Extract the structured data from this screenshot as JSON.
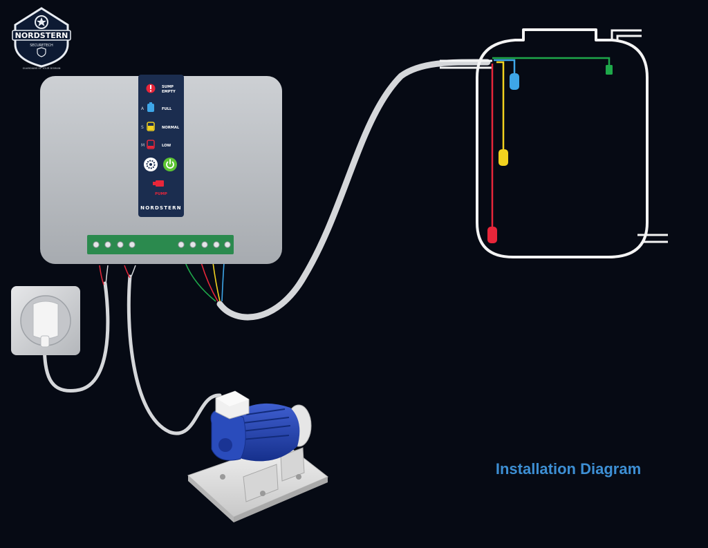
{
  "logo": {
    "brand": "NORDSTERN",
    "sub": "SECURETECH",
    "tagline": "GUARDIANS OF YOUR DOMAIN"
  },
  "panel": {
    "indicators": [
      {
        "prefix": "",
        "label_line1": "SUMP",
        "label_line2": "EMPTY",
        "color": "#e8263a"
      },
      {
        "prefix": "A",
        "label_line1": "FULL",
        "label_line2": "",
        "color": "#3ea6e8"
      },
      {
        "prefix": "S",
        "label_line1": "NORMAL",
        "label_line2": "",
        "color": "#f2d21f"
      },
      {
        "prefix": "M",
        "label_line1": "LOW",
        "label_line2": "",
        "color": "#e8263a"
      }
    ],
    "pump_label": "PUMP",
    "brand": "NORDSTERN"
  },
  "caption": {
    "title": "Installation Diagram",
    "color": "#3d8fd4"
  },
  "colors": {
    "background": "#060a14",
    "panel_strip": "#1b2d4f",
    "terminal": "#2b8a4e",
    "sensor_blue": "#3ea6e8",
    "sensor_yellow": "#f2d21f",
    "sensor_red": "#e8263a",
    "sensor_green": "#1ea84a",
    "pump_blue": "#1f3fa8"
  }
}
